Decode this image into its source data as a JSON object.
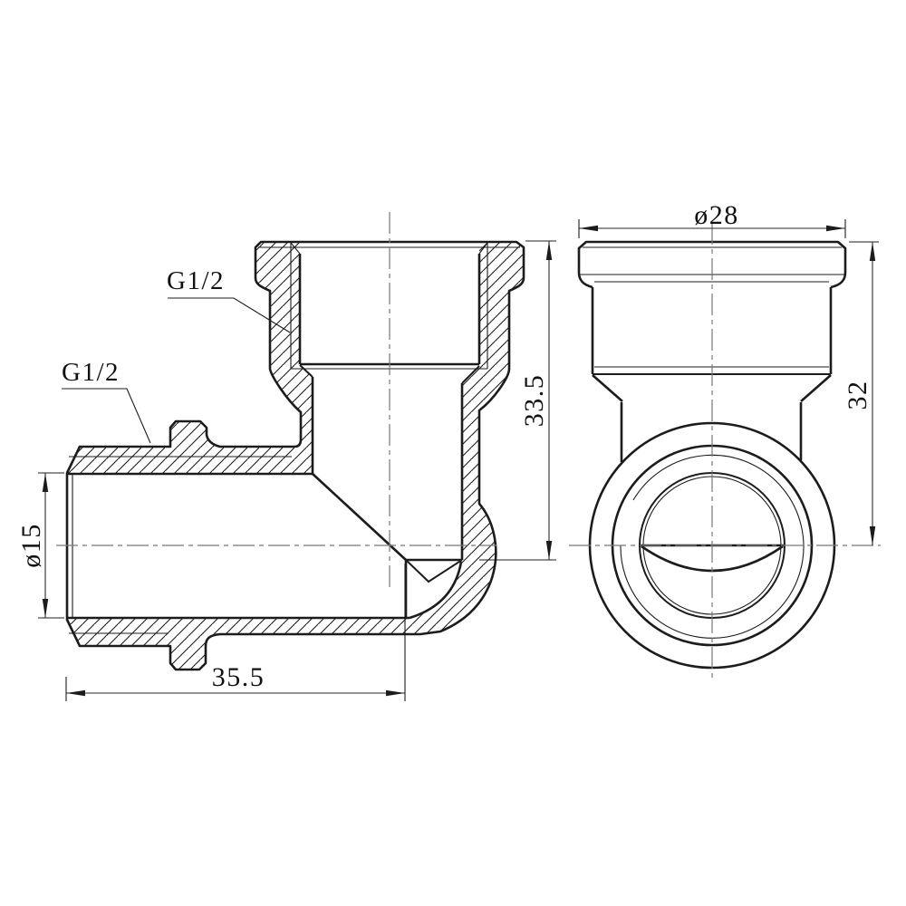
{
  "drawing": {
    "type": "orthographic-engineering-drawing",
    "part": "threaded elbow fitting, sectioned front view and external side view",
    "colors": {
      "background": "#ffffff",
      "line": "#1c1c1c",
      "centerline": "#787878"
    },
    "section_view": {
      "thread_label_top": "G1/2",
      "thread_label_side": "G1/2",
      "dim_bore_diameter": "ø15",
      "dim_length": "35.5",
      "dim_height": "33.5"
    },
    "side_view": {
      "dim_outer_diameter": "ø28",
      "dim_height": "32"
    }
  }
}
